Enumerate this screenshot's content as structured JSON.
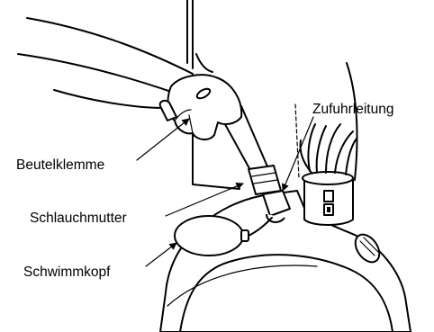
{
  "labels": {
    "feed_line": "Zufuhrleitung",
    "bag_clamp": "Beutelklemme",
    "hose_nut": "Schlauchmutter",
    "float_head": "Schwimmkopf"
  }
}
